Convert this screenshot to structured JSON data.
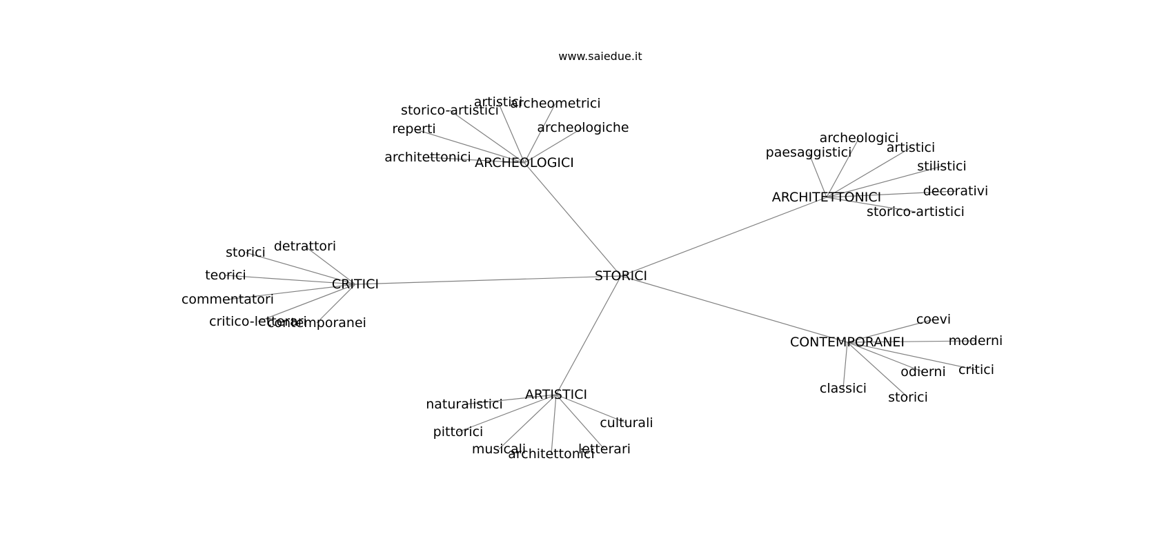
{
  "site": "www.saiedue.it",
  "graph": {
    "root": "STORICI",
    "edge_color": "#808080",
    "text_color": "#000000",
    "background": "#ffffff",
    "hubs": [
      {
        "id": "archeologici",
        "label": "ARCHEOLOGICI",
        "leaves": [
          "artistici",
          "archeometrici",
          "storico-artistici",
          "reperti",
          "archeologiche",
          "architettonici"
        ]
      },
      {
        "id": "architettonici",
        "label": "ARCHITETTONICI",
        "leaves": [
          "archeologici",
          "paesaggistici",
          "artistici",
          "stilistici",
          "decorativi",
          "storico-artistici"
        ]
      },
      {
        "id": "critici",
        "label": "CRITICI",
        "leaves": [
          "storici",
          "detrattori",
          "teorici",
          "commentatori",
          "critico-letterari",
          "contemporanei"
        ]
      },
      {
        "id": "contemporanei",
        "label": "CONTEMPORANEI",
        "leaves": [
          "coevi",
          "moderni",
          "odierni",
          "critici",
          "classici",
          "storici"
        ]
      },
      {
        "id": "artistici",
        "label": "ARTISTICI",
        "leaves": [
          "naturalistici",
          "culturali",
          "pittorici",
          "musicali",
          "architettonici",
          "letterari"
        ]
      }
    ]
  }
}
